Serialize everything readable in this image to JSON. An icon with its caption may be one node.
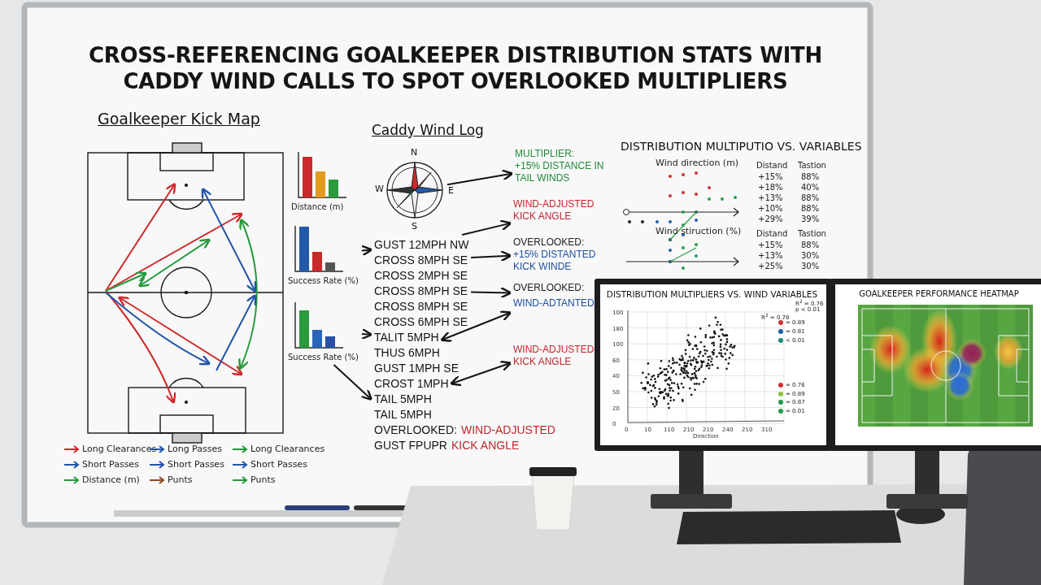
{
  "diagram": {
    "title": "CROSS-REFERENCING GOALKEEPER DISTRIBUTION STATS WITH CADDY WIND CALLS TO SPOT OVERLOOKED MULTIPLIERS",
    "nodes": [
      {
        "text": [
          "Distance (m)"
        ]
      },
      {
        "text": [
          "Success Rate (%)"
        ]
      },
      {
        "text": [
          "Success Rate (%)"
        ]
      },
      {
        "text": [],
        "shape": "picture",
        "beside": [
          "N",
          "W",
          "E",
          "S"
        ]
      },
      {
        "text": [
          "GUST 12MPH NW"
        ]
      },
      {
        "text": [
          "CROSS 8MPH SE"
        ]
      },
      {
        "text": [
          "CROSS 8MPH SE"
        ]
      },
      {
        "text": [
          "TALIT 5MPH"
        ]
      },
      {
        "text": [
          "CROST 1MPH"
        ]
      },
      {
        "text": [
          "TAIL 5MPH"
        ]
      },
      {
        "text": [
          "MULTIPLIER:",
          "+15% DISTANCE IN TAIL WINDS"
        ]
      },
      {
        "text": [
          "WIND-ADJUSTED KICK ANGLE"
        ]
      },
      {
        "text": [
          "OVERLOOKED:",
          "+15% DISTANTED KICK WINDE"
        ]
      },
      {
        "text": [
          "OVERLOOKED:",
          "WIND-ADTANTED"
        ]
      },
      {
        "text": [
          "WIND-ADJUSTED KICK ANGLE"
        ]
      }
    ],
    "edges": [
      {
        "from": 1,
        "to": 4,
        "arrow": "to"
      },
      {
        "from": 2,
        "to": 7,
        "arrow": "to"
      },
      {
        "from": 2,
        "to": 9,
        "arrow": "to"
      },
      {
        "from": 3,
        "to": 10,
        "arrow": "to"
      },
      {
        "from": 4,
        "to": 11,
        "arrow": "to"
      },
      {
        "from": 5,
        "to": 12,
        "arrow": "to"
      },
      {
        "from": 6,
        "to": 13,
        "arrow": "to"
      },
      {
        "from": 7,
        "to": 13,
        "arrow": "both"
      },
      {
        "from": 8,
        "to": 14,
        "arrow": "both"
      }
    ],
    "labels": [
      "Goalkeeper Kick Map",
      "Caddy Wind Log",
      "DISTRIBUTION MULTIPUTIO VS. VARIABLES",
      "Wind direction (m)",
      "Distand",
      "Tastion",
      "+15%",
      "88%",
      "+18%",
      "40%",
      "+13%",
      "88%",
      "+10%",
      "88%",
      "+29%",
      "39%",
      "CROSS 2MPH SE",
      "CROSS 8MPH SE",
      "CROSS 6MPH SE",
      "Wind stiruction (%)",
      "Distand",
      "Tastion",
      "+15%",
      "88%",
      "+13%",
      "30%",
      "+25%",
      "30%",
      "THUS 6MPH",
      "GUST 1MPH SE",
      "TAIL 5MPH",
      "OVERLOOKED:",
      "WIND-ADJUSTED",
      "GUST FPUPR",
      "KICK ANGLE",
      "DISTRIBUTION MULTIPLIERS VS. WIND VARIABLES",
      "GOALKEEPER PERFORMANCE HEATMAP",
      "R$^{2}$ = 0.76",
      "100",
      "R$^{2}$ = 0.78",
      "p < 0.01",
      "180",
      "100",
      "60",
      "40",
      "50",
      "20",
      "0",
      "0",
      "10",
      "110",
      "210",
      "210",
      "240",
      "210",
      "310",
      "Direction"
    ],
    "legend": [
      {
        "text": "Long Clearances"
      },
      {
        "text": "Long Passes"
      },
      {
        "text": "Long Clearances"
      },
      {
        "text": "Short Passes"
      },
      {
        "text": "Short Passes"
      },
      {
        "text": "Short Passes"
      },
      {
        "text": "Distance (m)"
      },
      {
        "text": "Punts"
      },
      {
        "text": "Punts"
      },
      {
        "text": "= 0.89",
        "color": "#d03030"
      },
      {
        "text": "= 0.81",
        "color": "#1f5fa8"
      },
      {
        "text": "< 0.01",
        "color": "#1e8a7a"
      },
      {
        "text": "= 0.76",
        "color": "#d03030"
      },
      {
        "text": "= 0.89",
        "color": "#8cc63f"
      },
      {
        "text": "= 0.87",
        "color": "#1e9a50"
      },
      {
        "text": "= 0.01",
        "color": "#2a9d4a"
      }
    ]
  }
}
